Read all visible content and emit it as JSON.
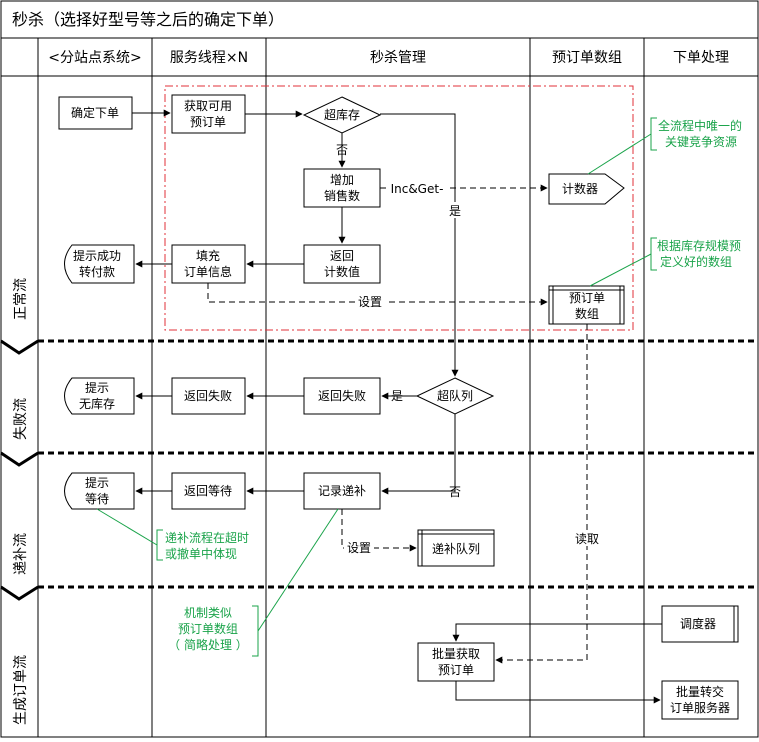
{
  "title": "秒杀（选择好型号等之后的确定下单）",
  "columns": [
    "<分站点系统>",
    "服务线程×N",
    "秒杀管理",
    "预订单数组",
    "下单处理"
  ],
  "lanes": [
    "正常流",
    "失败流",
    "递补流",
    "生成订单流"
  ],
  "nodes": {
    "confirm_order": "确定下单",
    "get_preorder": [
      "获取可用",
      "预订单"
    ],
    "over_stock": "超库存",
    "inc_sales": [
      "增加",
      "销售数"
    ],
    "counter": "计数器",
    "return_count": [
      "返回",
      "计数值"
    ],
    "fill_order": [
      "填充",
      "订单信息"
    ],
    "tip_success": [
      "提示成功",
      "转付款"
    ],
    "preorder_array": [
      "预订单",
      "数组"
    ],
    "tip_no_stock": [
      "提示",
      "无库存"
    ],
    "return_fail_1": "返回失败",
    "return_fail_2": "返回失败",
    "over_queue": "超队列",
    "tip_wait": [
      "提示",
      "等待"
    ],
    "return_wait": "返回等待",
    "record_backfill": "记录递补",
    "backfill_queue": "递补队列",
    "batch_get": [
      "批量获取",
      "预订单"
    ],
    "scheduler": "调度器",
    "batch_convert": [
      "批量转交",
      "订单服务器"
    ]
  },
  "edge_labels": {
    "no_1": "否",
    "yes_1": "是",
    "inc_get": "Inc&Get-",
    "set_1": "设置",
    "yes_2": "是",
    "no_2": "否",
    "set_2": "设置",
    "read": "读取"
  },
  "annotations": {
    "key_resource": [
      "全流程中唯一的",
      "关键竞争资源"
    ],
    "predefined": [
      "根据库存规模预",
      "定义好的数组"
    ],
    "backfill_note": [
      "递补流程在超时",
      "或撤单中体现"
    ],
    "mechanism": [
      "机制类似",
      "预订单数组",
      "（ 简略处理 ）"
    ]
  },
  "colors": {
    "annotation": "#1aa34a",
    "dashed_region": "#e0303a",
    "line": "#000000"
  }
}
